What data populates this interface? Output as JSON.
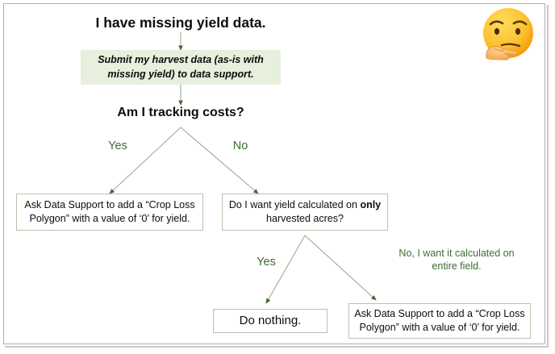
{
  "diagram": {
    "title_node": "I have missing yield data.",
    "action_node": "Submit my harvest data (as-is with missing yield) to data support.",
    "question_1": "Am I tracking costs?",
    "branch_yes_1": "Yes",
    "branch_no_1": "No",
    "outcome_left": "Ask Data Support to add a “Crop Loss Polygon” with a value of ‘0’ for yield.",
    "question_2_part1": "Do I want yield calculated on ",
    "question_2_bold": "only",
    "question_2_part2": " harvested acres?",
    "branch_yes_2": "Yes",
    "branch_no_2": "No, I want it calculated on entire field.",
    "outcome_do_nothing": "Do nothing.",
    "outcome_bottom_right": "Ask Data Support to add a “Crop Loss Polygon” with a value of ‘0’ for yield.",
    "emoji": "thinking-face"
  },
  "colors": {
    "green_text": "#3f6c35",
    "green_fill": "#e7efdd",
    "box_border": "#b9c4ad",
    "arrow_line": "#a0a894",
    "arrow_head": "#3f6c35",
    "frame": "#aeaeae"
  }
}
